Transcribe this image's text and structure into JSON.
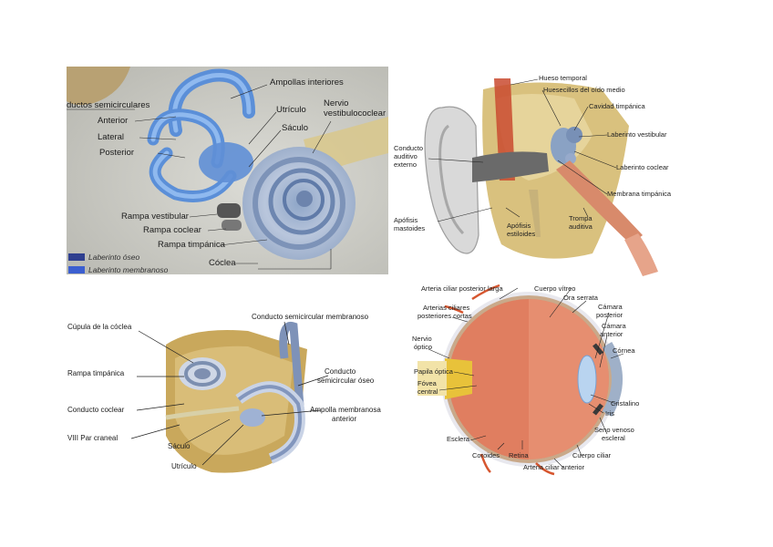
{
  "panel_inner_ear_photo": {
    "labels": {
      "ampollas_interiores": "Ampollas interiores",
      "conductos_semicirculares": "ductos semicirculares",
      "anterior": "Anterior",
      "utriculo": "Utrículo",
      "nervio": "Nervio",
      "vestibulococlear": "vestibulococlear",
      "lateral": "Lateral",
      "saculo": "Sáculo",
      "posterior": "Posterior",
      "rampa_vestibular": "Rampa vestibular",
      "rampa_coclear": "Rampa coclear",
      "rampa_timpanica": "Rampa timpánica",
      "coclea": "Cóclea"
    },
    "legend": [
      "Laberinto óseo",
      "Laberinto membranoso"
    ],
    "colors": {
      "bony": "#2f3f8f",
      "membranous": "#3c5fd0",
      "canal": "#6aa3e6"
    }
  },
  "panel_ear_anatomy": {
    "labels": {
      "hueso_temporal": "Hueso temporal",
      "huesecillos": "Huesecillos del oído medio",
      "cavidad_timpanica": "Cavidad timpánica",
      "laberinto_vestibular": "Laberinto vestibular",
      "conducto_1": "Conducto",
      "conducto_2": "auditivo",
      "conducto_3": "externo",
      "laberinto_coclear": "Laberinto coclear",
      "membrana_timpanica": "Membrana timpánica",
      "trompa_1": "Trompa",
      "trompa_2": "auditiva",
      "apofisis_mastoides_1": "Apófisis",
      "apofisis_mastoides_2": "mastoides",
      "apofisis_estiloides_1": "Apófisis",
      "apofisis_estiloides_2": "estiloides"
    }
  },
  "panel_membranous_labyrinth": {
    "labels": {
      "cupula": "Cúpula de la cóclea",
      "conducto_semicircular_membranoso": "Conducto semicircular membranoso",
      "rampa_timpanica": "Rampa timpánica",
      "conducto_oseo_1": "Conducto",
      "conducto_oseo_2": "semicircular óseo",
      "conducto_coclear": "Conducto coclear",
      "ampolla_1": "Ampolla membranosa",
      "ampolla_2": "anterior",
      "viii_par": "VIII Par craneal",
      "saculo": "Sáculo",
      "utriculo": "Utrículo"
    }
  },
  "panel_eye": {
    "labels": {
      "arteria_ciliar_posterior_larga": "Arteria ciliar posterior larga",
      "cuerpo_vitreo": "Cuerpo vítreo",
      "ora_serrata": "Ora serrata",
      "arterias_ciliares_1": "Arterias ciliares",
      "arterias_ciliares_2": "posteriores cortas",
      "camara_posterior_1": "Cámara",
      "camara_posterior_2": "posterior",
      "camara_anterior_1": "Cámara",
      "camara_anterior_2": "anterior",
      "nervio_optico_1": "Nervio",
      "nervio_optico_2": "óptico",
      "cornea": "Córnea",
      "papila_optica": "Papila óptica",
      "fovea_1": "Fóvea",
      "fovea_2": "central",
      "cristalino": "Cristalino",
      "iris": "Iris",
      "seno_venoso_1": "Seno venoso",
      "seno_venoso_2": "escleral",
      "esclera": "Esclera",
      "coroides": "Coroides",
      "retina": "Retina",
      "cuerpo_ciliar": "Cuerpo ciliar",
      "arteria_ciliar_anterior": "Arteria ciliar anterior"
    }
  }
}
